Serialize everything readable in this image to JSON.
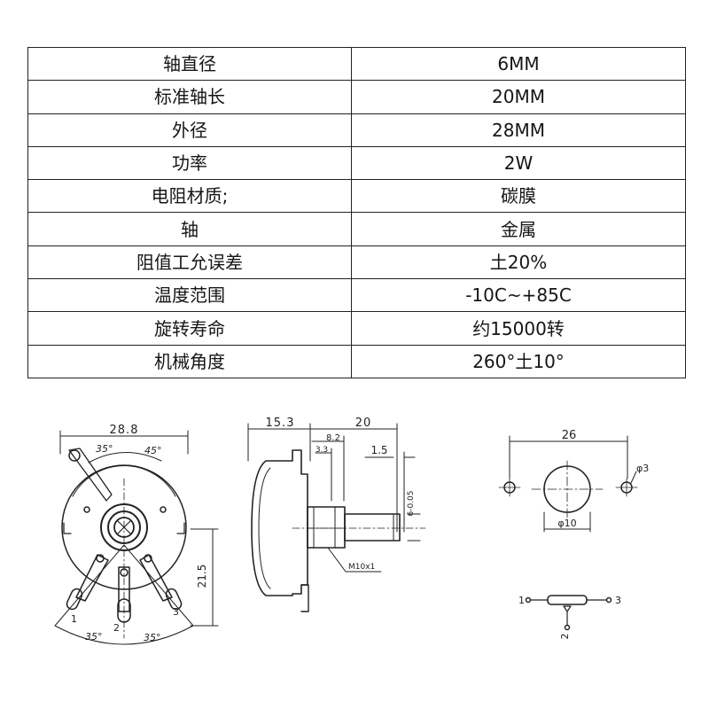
{
  "spec_table": {
    "rows": [
      {
        "label": "轴直径",
        "value": "6MM"
      },
      {
        "label": "标准轴长",
        "value": "20MM"
      },
      {
        "label": "外径",
        "value": "28MM"
      },
      {
        "label": "功率",
        "value": "2W"
      },
      {
        "label": "电阻材质;",
        "value": "碳膜"
      },
      {
        "label": "轴",
        "value": "金属"
      },
      {
        "label": "阻值工允误差",
        "value": "土20%"
      },
      {
        "label": "温度范围",
        "value": "-10C~+85C"
      },
      {
        "label": "旋转寿命",
        "value": "约15000转"
      },
      {
        "label": "机械角度",
        "value": "260°土10°"
      }
    ]
  },
  "front_view": {
    "width_dim": "28.8",
    "angle_top_left": "35°",
    "angle_top_right": "45°",
    "height_dim": "21.5",
    "terminal_1": "1",
    "terminal_2": "2",
    "terminal_3": "3",
    "angle_bottom_left": "35°",
    "angle_bottom_right": "35°"
  },
  "side_view": {
    "body_dim": "15.3",
    "shaft_dim": "20",
    "dim_8_2": "8.2",
    "dim_3_3": "3.3",
    "dim_1_5": "1.5",
    "shaft_diameter": "6-0.05",
    "thread_label": "M10x1"
  },
  "mount_view": {
    "hole_spacing": "26",
    "hole_diameter": "φ3",
    "center_diameter": "φ10"
  },
  "schematic": {
    "pin_1": "1",
    "pin_2": "2",
    "pin_3": "3"
  }
}
